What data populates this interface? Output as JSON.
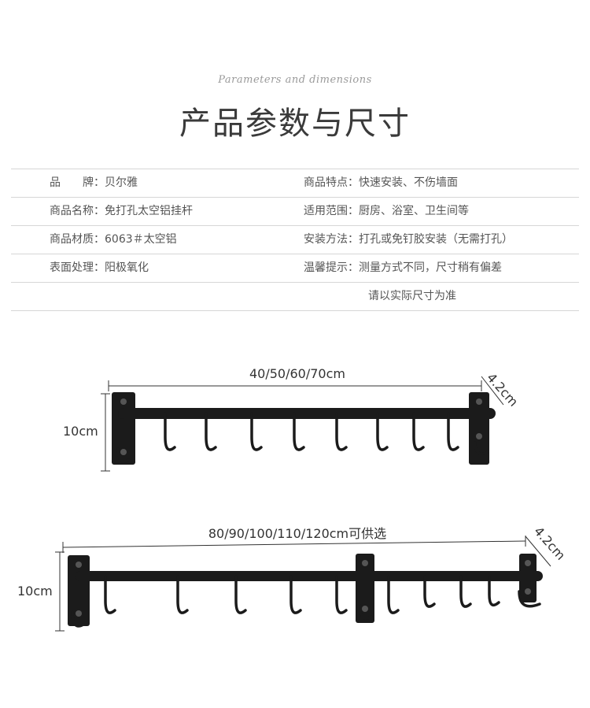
{
  "header": {
    "subtitle": "Parameters and dimensions",
    "title": "产品参数与尺寸"
  },
  "specs": [
    {
      "left_key": "品　　牌：",
      "left_value": "贝尔雅",
      "right_key": "商品特点：",
      "right_value": "快速安装、不伤墙面"
    },
    {
      "left_key": "商品名称：",
      "left_value": "免打孔太空铝挂杆",
      "right_key": "适用范围：",
      "right_value": "厨房、浴室、卫生间等"
    },
    {
      "left_key": "商品材质：",
      "left_value": "6063＃太空铝",
      "right_key": "安装方法：",
      "right_value": "打孔或免钉胶安装（无需打孔）"
    },
    {
      "left_key": "表面处理：",
      "left_value": "阳极氧化",
      "right_key": "温馨提示：",
      "right_value": "测量方式不同，尺寸稍有偏差"
    },
    {
      "left_key": "",
      "left_value": "",
      "right_key": "",
      "right_value": "请以实际尺寸为准"
    }
  ],
  "diagram_short": {
    "length_label": "40/50/60/70cm",
    "height_label": "10cm",
    "diameter_label": "4.2cm",
    "hook_count": 8
  },
  "diagram_long": {
    "length_label": "80/90/100/110/120cm可供选",
    "height_label": "10cm",
    "diameter_label": "4.2cm",
    "hook_count": 10
  },
  "colors": {
    "rail": "#1b1b1b",
    "line": "#d6d6d6",
    "dim_line": "#333333"
  }
}
